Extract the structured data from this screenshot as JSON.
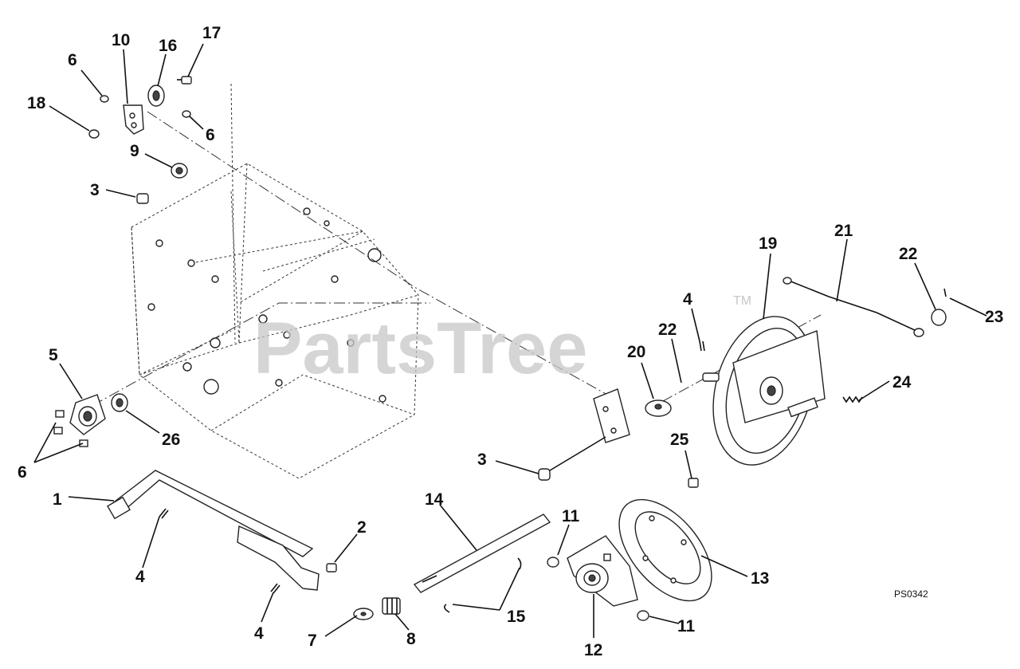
{
  "watermark": {
    "text": "PartsTree",
    "trademark": "TM"
  },
  "drawing_code": "PS0342",
  "callouts": [
    {
      "id": "c10",
      "label": "10"
    },
    {
      "id": "c16",
      "label": "16"
    },
    {
      "id": "c17",
      "label": "17"
    },
    {
      "id": "c6a",
      "label": "6"
    },
    {
      "id": "c18",
      "label": "18"
    },
    {
      "id": "c6b",
      "label": "6"
    },
    {
      "id": "c9",
      "label": "9"
    },
    {
      "id": "c3a",
      "label": "3"
    },
    {
      "id": "c5",
      "label": "5"
    },
    {
      "id": "c26",
      "label": "26"
    },
    {
      "id": "c6c",
      "label": "6"
    },
    {
      "id": "c1",
      "label": "1"
    },
    {
      "id": "c4a",
      "label": "4"
    },
    {
      "id": "c2",
      "label": "2"
    },
    {
      "id": "c4b",
      "label": "4"
    },
    {
      "id": "c7",
      "label": "7"
    },
    {
      "id": "c8",
      "label": "8"
    },
    {
      "id": "c14",
      "label": "14"
    },
    {
      "id": "c15",
      "label": "15"
    },
    {
      "id": "c11a",
      "label": "11"
    },
    {
      "id": "c12",
      "label": "12"
    },
    {
      "id": "c11b",
      "label": "11"
    },
    {
      "id": "c13",
      "label": "13"
    },
    {
      "id": "c3b",
      "label": "3"
    },
    {
      "id": "c25",
      "label": "25"
    },
    {
      "id": "c20",
      "label": "20"
    },
    {
      "id": "c22a",
      "label": "22"
    },
    {
      "id": "c4c",
      "label": "4"
    },
    {
      "id": "c19",
      "label": "19"
    },
    {
      "id": "c21",
      "label": "21"
    },
    {
      "id": "c22b",
      "label": "22"
    },
    {
      "id": "c23",
      "label": "23"
    },
    {
      "id": "c24",
      "label": "24"
    }
  ],
  "colors": {
    "line": "#222222",
    "watermark": "#c8c8c8",
    "background": "#ffffff"
  }
}
